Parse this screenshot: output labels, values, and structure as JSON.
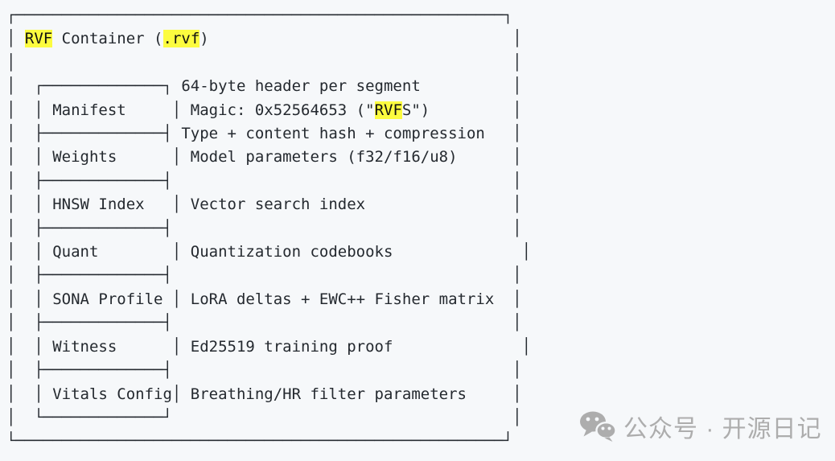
{
  "colors": {
    "background": "#f6f8fa",
    "text": "#24292f",
    "highlight": "#fcfc3f",
    "watermark": "#adadad"
  },
  "diagram": {
    "title": "RVF Container (.rvf)",
    "lines": [
      [
        {
          "t": "┌─────────────────────────────────────────────────────┐"
        }
      ],
      [
        {
          "t": "│ "
        },
        {
          "t": "RVF",
          "hl": true
        },
        {
          "t": " Container ("
        },
        {
          "t": ".rvf",
          "hl": true
        },
        {
          "t": ")                                 │"
        }
      ],
      [
        {
          "t": "│                                                      │"
        }
      ],
      [
        {
          "t": "│  ┌─────────────┐ 64-byte header per segment          │"
        }
      ],
      [
        {
          "t": "│  │ Manifest     │ Magic: 0x52564653 (\""
        },
        {
          "t": "RVF",
          "hl": true
        },
        {
          "t": "S\")         │"
        }
      ],
      [
        {
          "t": "│  ├─────────────┤ Type + content hash + compression   │"
        }
      ],
      [
        {
          "t": "│  │ Weights      │ Model parameters (f32/f16/u8)      │"
        }
      ],
      [
        {
          "t": "│  ├─────────────┤                                     │"
        }
      ],
      [
        {
          "t": "│  │ HNSW Index   │ Vector search index                │"
        }
      ],
      [
        {
          "t": "│  ├─────────────┤                                     │"
        }
      ],
      [
        {
          "t": "│  │ Quant        │ Quantization codebooks              │"
        }
      ],
      [
        {
          "t": "│  ├─────────────┤                                     │"
        }
      ],
      [
        {
          "t": "│  │ SONA Profile │ LoRA deltas + EWC++ Fisher matrix  │"
        }
      ],
      [
        {
          "t": "│  ├─────────────┤                                     │"
        }
      ],
      [
        {
          "t": "│  │ Witness      │ Ed25519 training proof              │"
        }
      ],
      [
        {
          "t": "│  ├─────────────┤                                     │"
        }
      ],
      [
        {
          "t": "│  │ Vitals Config│ Breathing/HR filter parameters     │"
        }
      ],
      [
        {
          "t": "│  └─────────────┘                                     │"
        }
      ],
      [
        {
          "t": "└─────────────────────────────────────────────────────┘"
        }
      ]
    ]
  },
  "watermark": {
    "text": "公众号 · 开源日记",
    "icon": "wechat-icon"
  }
}
